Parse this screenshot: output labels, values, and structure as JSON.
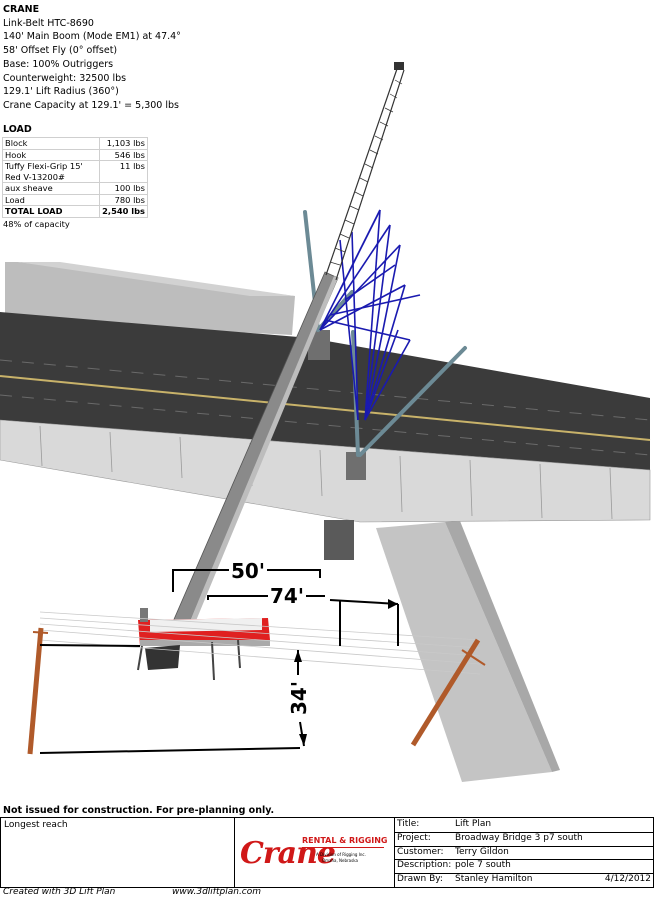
{
  "crane": {
    "heading": "CRANE",
    "lines": [
      "Link-Belt HTC-8690",
      "140' Main Boom (Mode EM1) at 47.4°",
      "58' Offset Fly (0° offset)",
      "Base: 100% Outriggers",
      "Counterweight: 32500 lbs",
      "129.1' Lift Radius (360°)",
      "Crane Capacity at 129.1' = 5,300 lbs"
    ]
  },
  "load": {
    "heading": "LOAD",
    "rows": [
      {
        "item": "Block",
        "weight": "1,103 lbs"
      },
      {
        "item": "Hook",
        "weight": "546 lbs"
      },
      {
        "item": "Tuffy Flexi-Grip 15' Red V-13200#",
        "weight": "11 lbs"
      },
      {
        "item": "aux sheave",
        "weight": "100 lbs"
      },
      {
        "item": "Load",
        "weight": "780 lbs"
      }
    ],
    "total_label": "TOTAL LOAD",
    "total_value": "2,540 lbs",
    "capacity_note": "48% of capacity"
  },
  "dimensions": {
    "d1": "50'",
    "d2": "74'",
    "d3": "34'"
  },
  "notice": "Not issued for construction. For pre-planning only.",
  "notes": "Longest reach",
  "logo": {
    "brand": "Crane",
    "sub": "RENTAL & RIGGING",
    "small": [
      "A Division of Rigging Inc.",
      "Omaha, Nebraska"
    ]
  },
  "title_block": {
    "title_label": "Title:",
    "title": "Lift Plan",
    "project_label": "Project:",
    "project": "Broadway Bridge 3 p7 south",
    "customer_label": "Customer:",
    "customer": "Terry Gildon",
    "description_label": "Description:",
    "description": "pole 7 south",
    "drawn_label": "Drawn By:",
    "drawn_by": "Stanley Hamilton",
    "date": "4/12/2012"
  },
  "footer": {
    "created": "Created with 3D Lift Plan",
    "url": "www.3dliftplan.com"
  },
  "colors": {
    "crane_red": "#e02020",
    "boom_gray": "#8a8a8a",
    "road": "#3a3a3a",
    "lattice": "#1a1ab0",
    "pole": "#b05a2a"
  }
}
